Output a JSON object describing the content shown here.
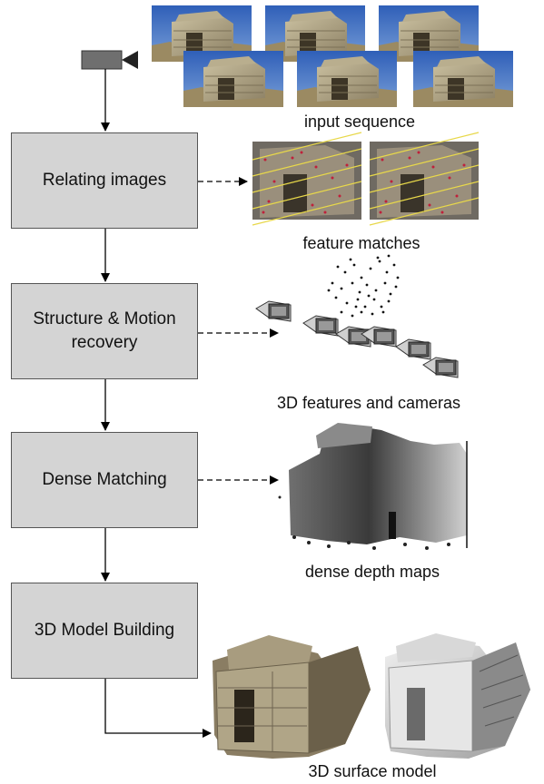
{
  "steps": [
    {
      "label": "Relating images"
    },
    {
      "label": "Structure & Motion recovery"
    },
    {
      "label": "Dense Matching"
    },
    {
      "label": "3D Model Building"
    }
  ],
  "captions": {
    "input": "input sequence",
    "matches": "feature matches",
    "features": "3D features and cameras",
    "depth": "dense depth maps",
    "surface": "3D surface model"
  },
  "colors": {
    "box_fill": "#d4d4d4",
    "box_border": "#555555",
    "match_lines": "#e8d84a",
    "match_points": "#c0203a",
    "sky": "#3c6fc2"
  },
  "icons": {
    "camera": "video-camera-icon"
  }
}
